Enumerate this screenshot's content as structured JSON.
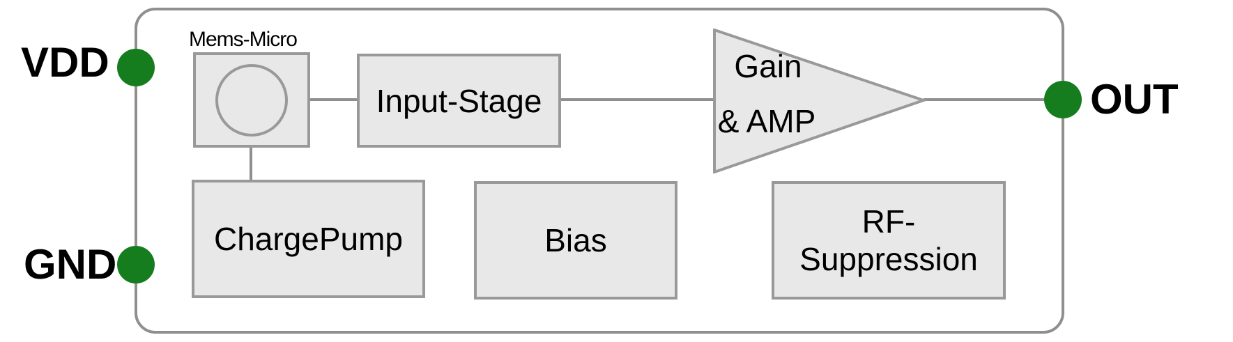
{
  "pins": {
    "vdd": {
      "label": "VDD"
    },
    "gnd": {
      "label": "GND"
    },
    "out": {
      "label": "OUT"
    }
  },
  "blocks": {
    "mems": {
      "label": "Mems-Micro"
    },
    "input_stage": {
      "label": "Input-Stage"
    },
    "amplifier": {
      "line1": "Gain",
      "line2": "& AMP"
    },
    "charge_pump": {
      "label": "ChargePump"
    },
    "bias": {
      "label": "Bias"
    },
    "rf_suppression": {
      "line1": "RF-",
      "line2": "Suppression"
    }
  },
  "colors": {
    "pin_fill": "#167D1E",
    "block_fill": "#E8E8E8",
    "block_border": "#999999",
    "wire_and_border": "#8F8F8F",
    "text": "#000000",
    "background": "#FFFFFF"
  }
}
